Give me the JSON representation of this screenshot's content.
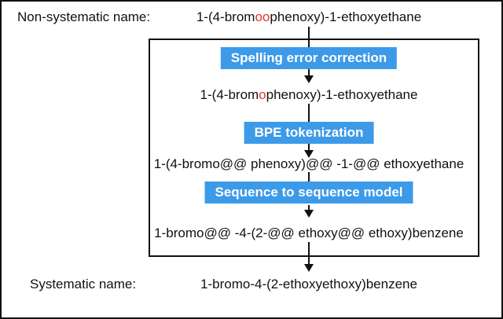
{
  "diagram": {
    "input_row": {
      "label": "Non-systematic name:",
      "value_pre": "1-(4-brom",
      "value_highlight": "oo",
      "value_post": "phenoxy)-1-ethoxyethane"
    },
    "pipeline": {
      "steps": [
        {
          "box_label": "Spelling error correction",
          "output_pre": "1-(4-brom",
          "output_highlight": "o",
          "output_post": "phenoxy)-1-ethoxyethane"
        },
        {
          "box_label": "BPE tokenization",
          "output": "1-(4-bromo@@ phenoxy)@@ -1-@@ ethoxyethane"
        },
        {
          "box_label": "Sequence to sequence model",
          "output": "1-bromo@@ -4-(2-@@ ethoxy@@ ethoxy)benzene"
        }
      ]
    },
    "output_row": {
      "label": "Systematic name:",
      "value": "1-bromo-4-(2-ethoxyethoxy)benzene"
    },
    "colors": {
      "step_box_bg": "#3d9ae8",
      "highlight_red": "#e0352b",
      "border": "#111111"
    }
  }
}
